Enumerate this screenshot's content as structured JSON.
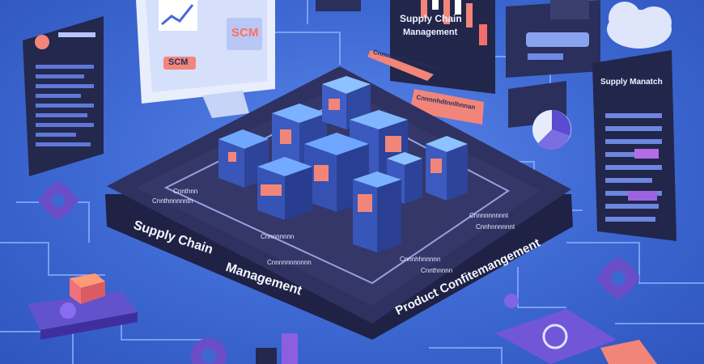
{
  "monitor": {
    "badge_text": "SCM",
    "button_text": "SCM"
  },
  "top_panel": {
    "title_line1": "Supply Chain",
    "title_line2": "Management"
  },
  "right_panel": {
    "title": "Supply Manatch"
  },
  "platform": {
    "tag_text": "Cnmnnlathunnalantian",
    "tag_text_2": "Cnnnnhdtnnlhnnan",
    "left_caption_1": "Cnnthnn",
    "left_caption_2": "Cnnthnnnnntn",
    "mid_caption_1": "Cnnnnnnnn",
    "mid_caption_2": "Cnnnnnnnnnnn",
    "lower_caption_1": "Cnnnhhnnnnn",
    "lower_caption_2": "Cnnthnnnn",
    "right_caption_1": "Cnnnnnnnnnt",
    "right_caption_2": "Cnnhnnnnnnt",
    "main_label_1": "Supply Chain",
    "main_label_2": "Management",
    "product_label": "Product Confitemangement"
  },
  "colors": {
    "background": "#3f6fd6",
    "platform": "#2b2d55",
    "accent": "#f2857a",
    "panel": "#252a50"
  }
}
